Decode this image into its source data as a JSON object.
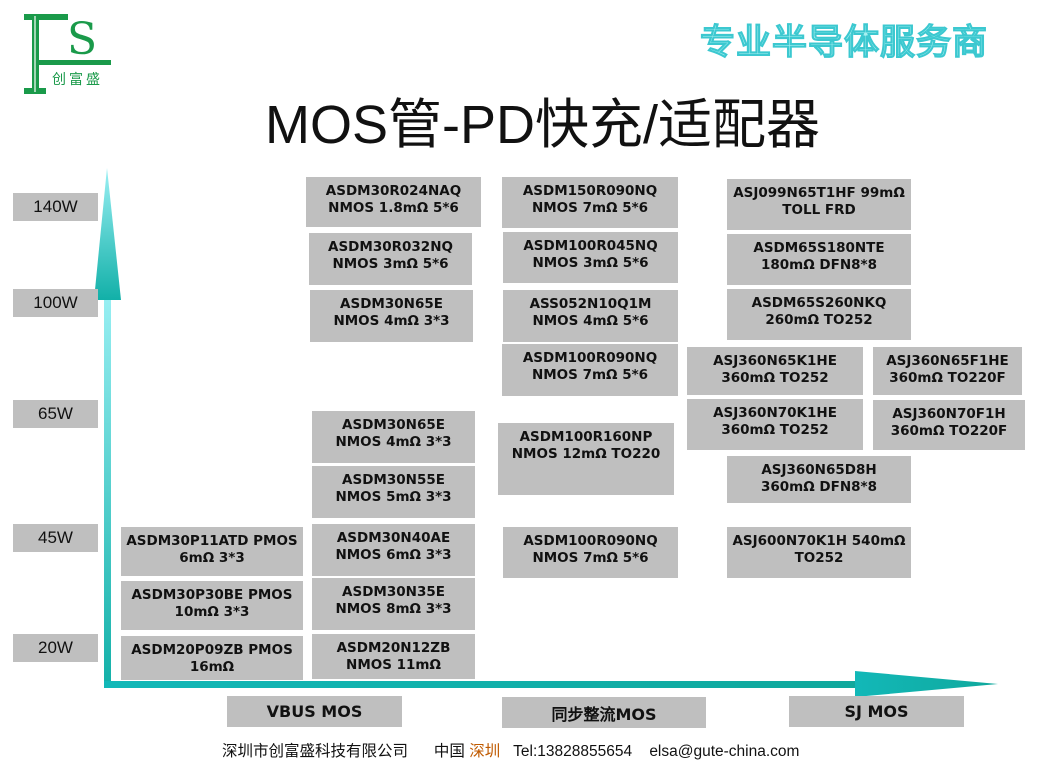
{
  "logo": {
    "letters": "FS",
    "company_short": "创富盛",
    "color": "#1a9a4a"
  },
  "tagline": "专业半导体服务商",
  "title": "MOS管-PD快充/适配器",
  "power_levels": [
    "140W",
    "100W",
    "65W",
    "45W",
    "20W"
  ],
  "categories": [
    "VBUS MOS",
    "同步整流MOS",
    "SJ MOS"
  ],
  "parts": [
    {
      "name": "ASDM30P11ATD PMOS",
      "spec": "6mΩ 3*3"
    },
    {
      "name": "ASDM30P30BE PMOS",
      "spec": "10mΩ 3*3"
    },
    {
      "name": "ASDM20P09ZB PMOS",
      "spec": "16mΩ"
    },
    {
      "name": "ASDM30R024NAQ",
      "spec": "NMOS 1.8mΩ 5*6"
    },
    {
      "name": "ASDM30R032NQ",
      "spec": "NMOS 3mΩ 5*6"
    },
    {
      "name": "ASDM30N65E",
      "spec": "NMOS 4mΩ 3*3"
    },
    {
      "name": "ASDM30N65E",
      "spec": "NMOS 4mΩ 3*3"
    },
    {
      "name": "ASDM30N55E",
      "spec": "NMOS 5mΩ 3*3"
    },
    {
      "name": "ASDM30N40AE",
      "spec": "NMOS 6mΩ 3*3"
    },
    {
      "name": "ASDM30N35E",
      "spec": "NMOS 8mΩ 3*3"
    },
    {
      "name": "ASDM20N12ZB",
      "spec": "NMOS 11mΩ"
    },
    {
      "name": "ASDM150R090NQ",
      "spec": "NMOS 7mΩ 5*6"
    },
    {
      "name": "ASDM100R045NQ",
      "spec": "NMOS 3mΩ 5*6"
    },
    {
      "name": "ASS052N10Q1M",
      "spec": "NMOS 4mΩ 5*6"
    },
    {
      "name": "ASDM100R090NQ",
      "spec": "NMOS 7mΩ 5*6"
    },
    {
      "name": "ASDM100R160NP",
      "spec": "NMOS 12mΩ TO220"
    },
    {
      "name": "ASDM100R090NQ",
      "spec": "NMOS 7mΩ 5*6"
    },
    {
      "name": "ASJ099N65T1HF 99mΩ",
      "spec": "TOLL FRD"
    },
    {
      "name": "ASDM65S180NTE",
      "spec": "180mΩ DFN8*8"
    },
    {
      "name": "ASDM65S260NKQ",
      "spec": "260mΩ TO252"
    },
    {
      "name": "ASJ360N65K1HE",
      "spec": "360mΩ TO252"
    },
    {
      "name": "ASJ360N65F1HE",
      "spec": "360mΩ TO220F"
    },
    {
      "name": "ASJ360N70K1HE",
      "spec": "360mΩ TO252"
    },
    {
      "name": "ASJ360N70F1H",
      "spec": "360mΩ TO220F"
    },
    {
      "name": "ASJ360N65D8H",
      "spec": "360mΩ DFN8*8"
    },
    {
      "name": "ASJ600N70K1H 540mΩ",
      "spec": "TO252"
    }
  ],
  "footer": {
    "company": "深圳市创富盛科技有限公司",
    "country": "中国",
    "city": "深圳",
    "tel": "Tel:13828855654",
    "email": "elsa@gute-china.com"
  },
  "colors": {
    "axis_start": "#7fe8ee",
    "axis_end": "#12b0a8",
    "box": "#bfbfbf"
  }
}
